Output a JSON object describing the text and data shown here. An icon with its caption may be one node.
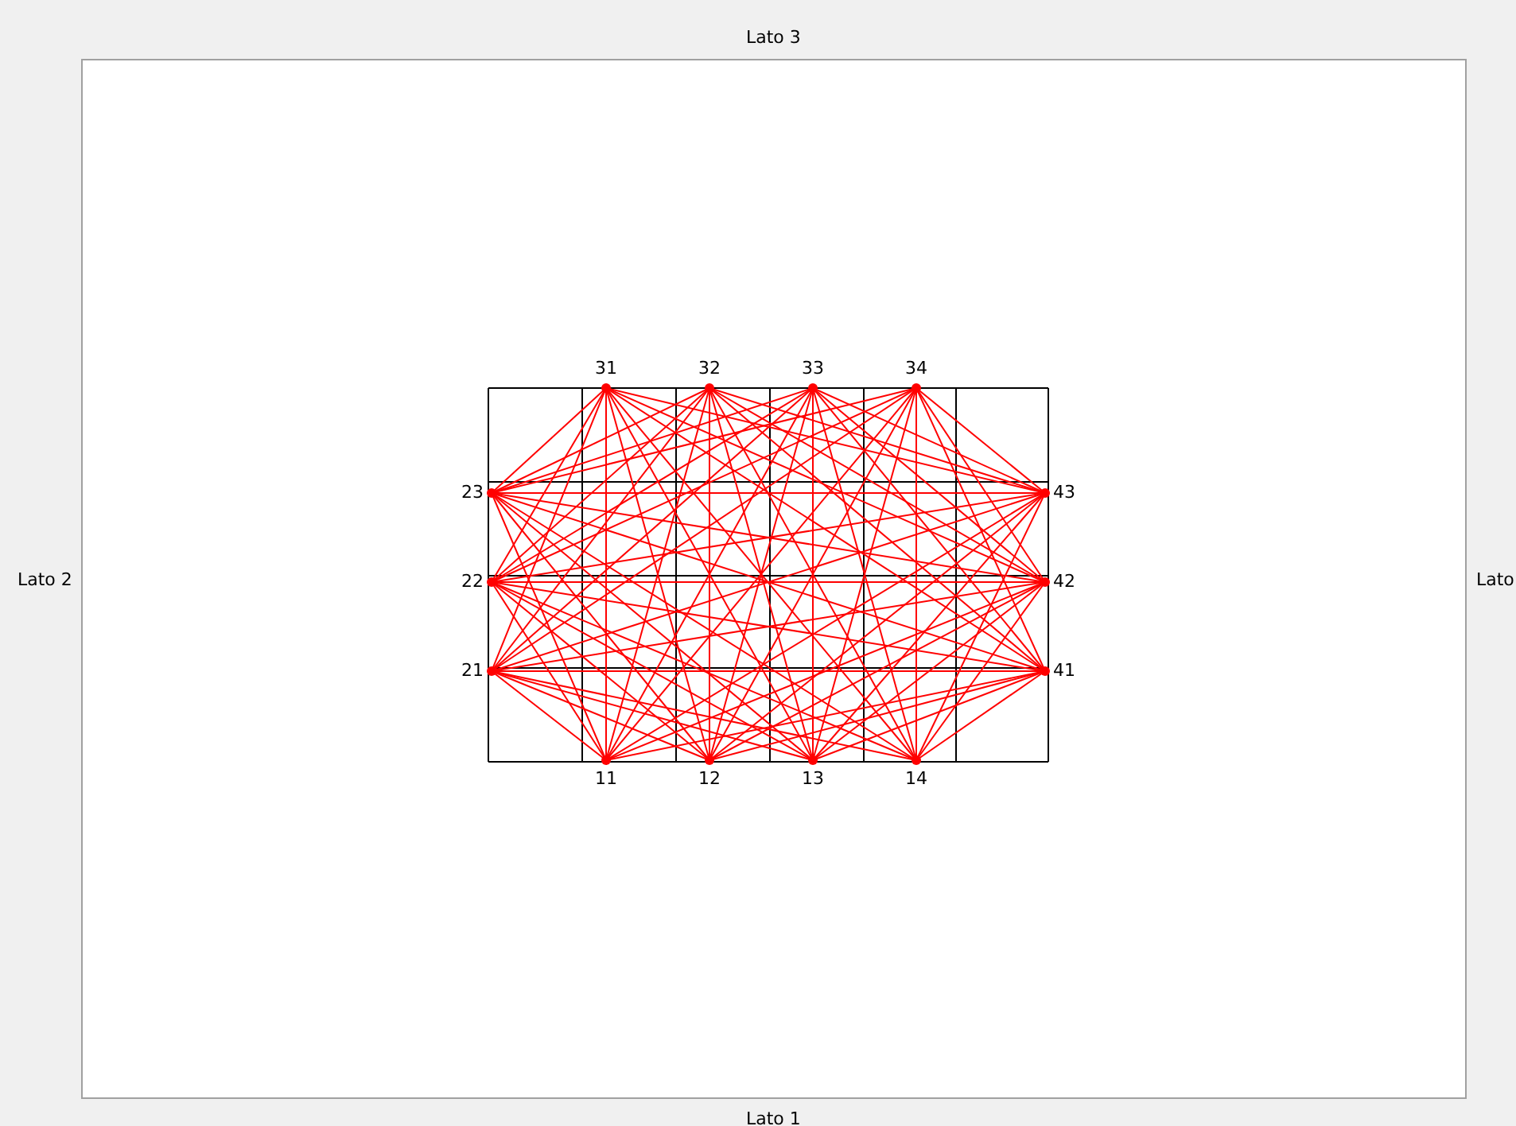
{
  "diagram": {
    "nodes": [
      {
        "text": [
          "31"
        ]
      },
      {
        "text": [
          "32"
        ]
      },
      {
        "text": [
          "33"
        ]
      },
      {
        "text": [
          "34"
        ]
      },
      {
        "text": [
          "23"
        ]
      },
      {
        "text": [
          "43"
        ]
      },
      {
        "text": [
          "22"
        ]
      },
      {
        "text": [
          "42"
        ]
      },
      {
        "text": [
          "21"
        ]
      },
      {
        "text": [
          "41"
        ]
      },
      {
        "text": [
          "11"
        ]
      },
      {
        "text": [
          "12"
        ]
      },
      {
        "text": [
          "13"
        ]
      },
      {
        "text": [
          "14"
        ]
      }
    ],
    "edges": [
      {
        "from": 0,
        "to": 4,
        "arrow": "none"
      },
      {
        "from": 0,
        "to": 5,
        "arrow": "none"
      },
      {
        "from": 0,
        "to": 6,
        "arrow": "none"
      },
      {
        "from": 0,
        "to": 7,
        "arrow": "none"
      },
      {
        "from": 0,
        "to": 8,
        "arrow": "none"
      },
      {
        "from": 0,
        "to": 9,
        "arrow": "none"
      },
      {
        "from": 0,
        "to": 10,
        "arrow": "none"
      },
      {
        "from": 0,
        "to": 11,
        "arrow": "none"
      },
      {
        "from": 0,
        "to": 12,
        "arrow": "none"
      },
      {
        "from": 0,
        "to": 13,
        "arrow": "none"
      },
      {
        "from": 1,
        "to": 4,
        "arrow": "none"
      },
      {
        "from": 1,
        "to": 5,
        "arrow": "none"
      },
      {
        "from": 1,
        "to": 6,
        "arrow": "none"
      },
      {
        "from": 1,
        "to": 7,
        "arrow": "none"
      },
      {
        "from": 1,
        "to": 8,
        "arrow": "none"
      },
      {
        "from": 1,
        "to": 9,
        "arrow": "none"
      },
      {
        "from": 1,
        "to": 10,
        "arrow": "none"
      },
      {
        "from": 1,
        "to": 11,
        "arrow": "none"
      },
      {
        "from": 1,
        "to": 12,
        "arrow": "none"
      },
      {
        "from": 1,
        "to": 13,
        "arrow": "none"
      },
      {
        "from": 2,
        "to": 4,
        "arrow": "none"
      },
      {
        "from": 2,
        "to": 5,
        "arrow": "none"
      },
      {
        "from": 2,
        "to": 6,
        "arrow": "none"
      },
      {
        "from": 2,
        "to": 7,
        "arrow": "none"
      },
      {
        "from": 2,
        "to": 8,
        "arrow": "none"
      },
      {
        "from": 2,
        "to": 9,
        "arrow": "none"
      },
      {
        "from": 2,
        "to": 10,
        "arrow": "none"
      },
      {
        "from": 2,
        "to": 11,
        "arrow": "none"
      },
      {
        "from": 2,
        "to": 12,
        "arrow": "none"
      },
      {
        "from": 2,
        "to": 13,
        "arrow": "none"
      },
      {
        "from": 3,
        "to": 4,
        "arrow": "none"
      },
      {
        "from": 3,
        "to": 5,
        "arrow": "none"
      },
      {
        "from": 3,
        "to": 6,
        "arrow": "none"
      },
      {
        "from": 3,
        "to": 7,
        "arrow": "none"
      },
      {
        "from": 3,
        "to": 8,
        "arrow": "none"
      },
      {
        "from": 3,
        "to": 9,
        "arrow": "none"
      },
      {
        "from": 3,
        "to": 10,
        "arrow": "none"
      },
      {
        "from": 3,
        "to": 11,
        "arrow": "none"
      },
      {
        "from": 3,
        "to": 12,
        "arrow": "none"
      },
      {
        "from": 3,
        "to": 13,
        "arrow": "none"
      },
      {
        "from": 4,
        "to": 5,
        "arrow": "none"
      },
      {
        "from": 4,
        "to": 7,
        "arrow": "none"
      },
      {
        "from": 4,
        "to": 9,
        "arrow": "none"
      },
      {
        "from": 4,
        "to": 10,
        "arrow": "none"
      },
      {
        "from": 4,
        "to": 11,
        "arrow": "none"
      },
      {
        "from": 4,
        "to": 12,
        "arrow": "none"
      },
      {
        "from": 4,
        "to": 13,
        "arrow": "none"
      },
      {
        "from": 5,
        "to": 6,
        "arrow": "none"
      },
      {
        "from": 5,
        "to": 8,
        "arrow": "none"
      },
      {
        "from": 5,
        "to": 10,
        "arrow": "none"
      },
      {
        "from": 5,
        "to": 11,
        "arrow": "none"
      },
      {
        "from": 5,
        "to": 12,
        "arrow": "none"
      },
      {
        "from": 5,
        "to": 13,
        "arrow": "none"
      },
      {
        "from": 6,
        "to": 7,
        "arrow": "none"
      },
      {
        "from": 6,
        "to": 9,
        "arrow": "none"
      },
      {
        "from": 6,
        "to": 10,
        "arrow": "none"
      },
      {
        "from": 6,
        "to": 11,
        "arrow": "none"
      },
      {
        "from": 6,
        "to": 12,
        "arrow": "none"
      },
      {
        "from": 6,
        "to": 13,
        "arrow": "none"
      },
      {
        "from": 7,
        "to": 8,
        "arrow": "none"
      },
      {
        "from": 7,
        "to": 10,
        "arrow": "none"
      },
      {
        "from": 7,
        "to": 11,
        "arrow": "none"
      },
      {
        "from": 7,
        "to": 12,
        "arrow": "none"
      },
      {
        "from": 7,
        "to": 13,
        "arrow": "none"
      },
      {
        "from": 8,
        "to": 9,
        "arrow": "none"
      },
      {
        "from": 8,
        "to": 10,
        "arrow": "none"
      },
      {
        "from": 8,
        "to": 11,
        "arrow": "none"
      },
      {
        "from": 8,
        "to": 12,
        "arrow": "none"
      },
      {
        "from": 8,
        "to": 13,
        "arrow": "none"
      },
      {
        "from": 9,
        "to": 10,
        "arrow": "none"
      },
      {
        "from": 9,
        "to": 11,
        "arrow": "none"
      },
      {
        "from": 9,
        "to": 12,
        "arrow": "none"
      },
      {
        "from": 9,
        "to": 13,
        "arrow": "none"
      }
    ],
    "labels": [
      "Lato 3",
      "Lato 2",
      "Lato",
      "Lato 1"
    ]
  }
}
